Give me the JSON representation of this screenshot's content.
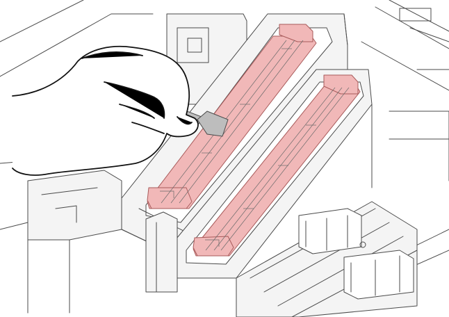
{
  "colors": {
    "background": "#ffffff",
    "line": "#4a4a4a",
    "panel_fill": "#f4f4f4",
    "highlight_fill": "#f1b8b8",
    "highlight_stroke": "#a85a5a",
    "hand_stroke": "#111111",
    "tool_fill": "#bdbdbd"
  },
  "illustration": {
    "subject": "cleaning-stick-wiping-highlighted-cap-area",
    "highlighted_parts": [
      "cap-slider-left",
      "cap-slider-right"
    ],
    "icons": [
      "hand-icon",
      "cleaning-stick-icon"
    ]
  }
}
